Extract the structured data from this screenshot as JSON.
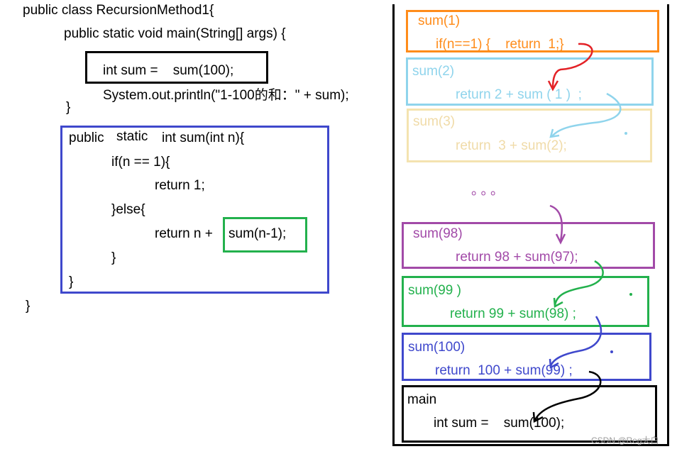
{
  "code": {
    "class_decl": "public class RecursionMethod1{",
    "main_decl": "public static void main(String[] args) {",
    "main_line1": "int sum =    sum(100);",
    "main_line2": "System.out.println(\"1-100的和：\" + sum);",
    "main_close": "}",
    "method_decl_a": "public",
    "method_decl_static": "static",
    "method_decl_b": "int sum(int n){",
    "if_line": "if(n == 1){",
    "return1": "return 1;",
    "else_line": "}else{",
    "return_n": "return n +",
    "recursive_call": "sum(n-1);",
    "if_close": "}",
    "method_close": "}",
    "class_close": "}"
  },
  "stack": {
    "ellipsis": "。。。",
    "frames": [
      {
        "title": "sum(1)",
        "body": "if(n==1) {    return  1;}",
        "color": "#ff8c1a"
      },
      {
        "title": "sum(2)",
        "body": "return 2 + sum ( 1 )  ;",
        "color": "#8fd4ec"
      },
      {
        "title": "sum(3)",
        "body": "return  3 + sum(2);",
        "color": "#f4e3b0"
      },
      {
        "title": "sum(98)",
        "body": "return 98 + sum(97);",
        "color": "#a24aa8"
      },
      {
        "title": "sum(99 )",
        "body": "return 99 + sum(98) ;",
        "color": "#23b14d"
      },
      {
        "title": "sum(100)",
        "body": "return  100 + sum(99) ;",
        "color": "#3f48cc"
      },
      {
        "title": "main",
        "body": "int sum =    sum(100);",
        "color": "#000000"
      }
    ]
  },
  "colors": {
    "black_box": "#000000",
    "method_box": "#3f48cc",
    "call_box": "#23b14d",
    "arrow_red": "#e32227"
  },
  "watermark": "CSDN @Reg大白"
}
